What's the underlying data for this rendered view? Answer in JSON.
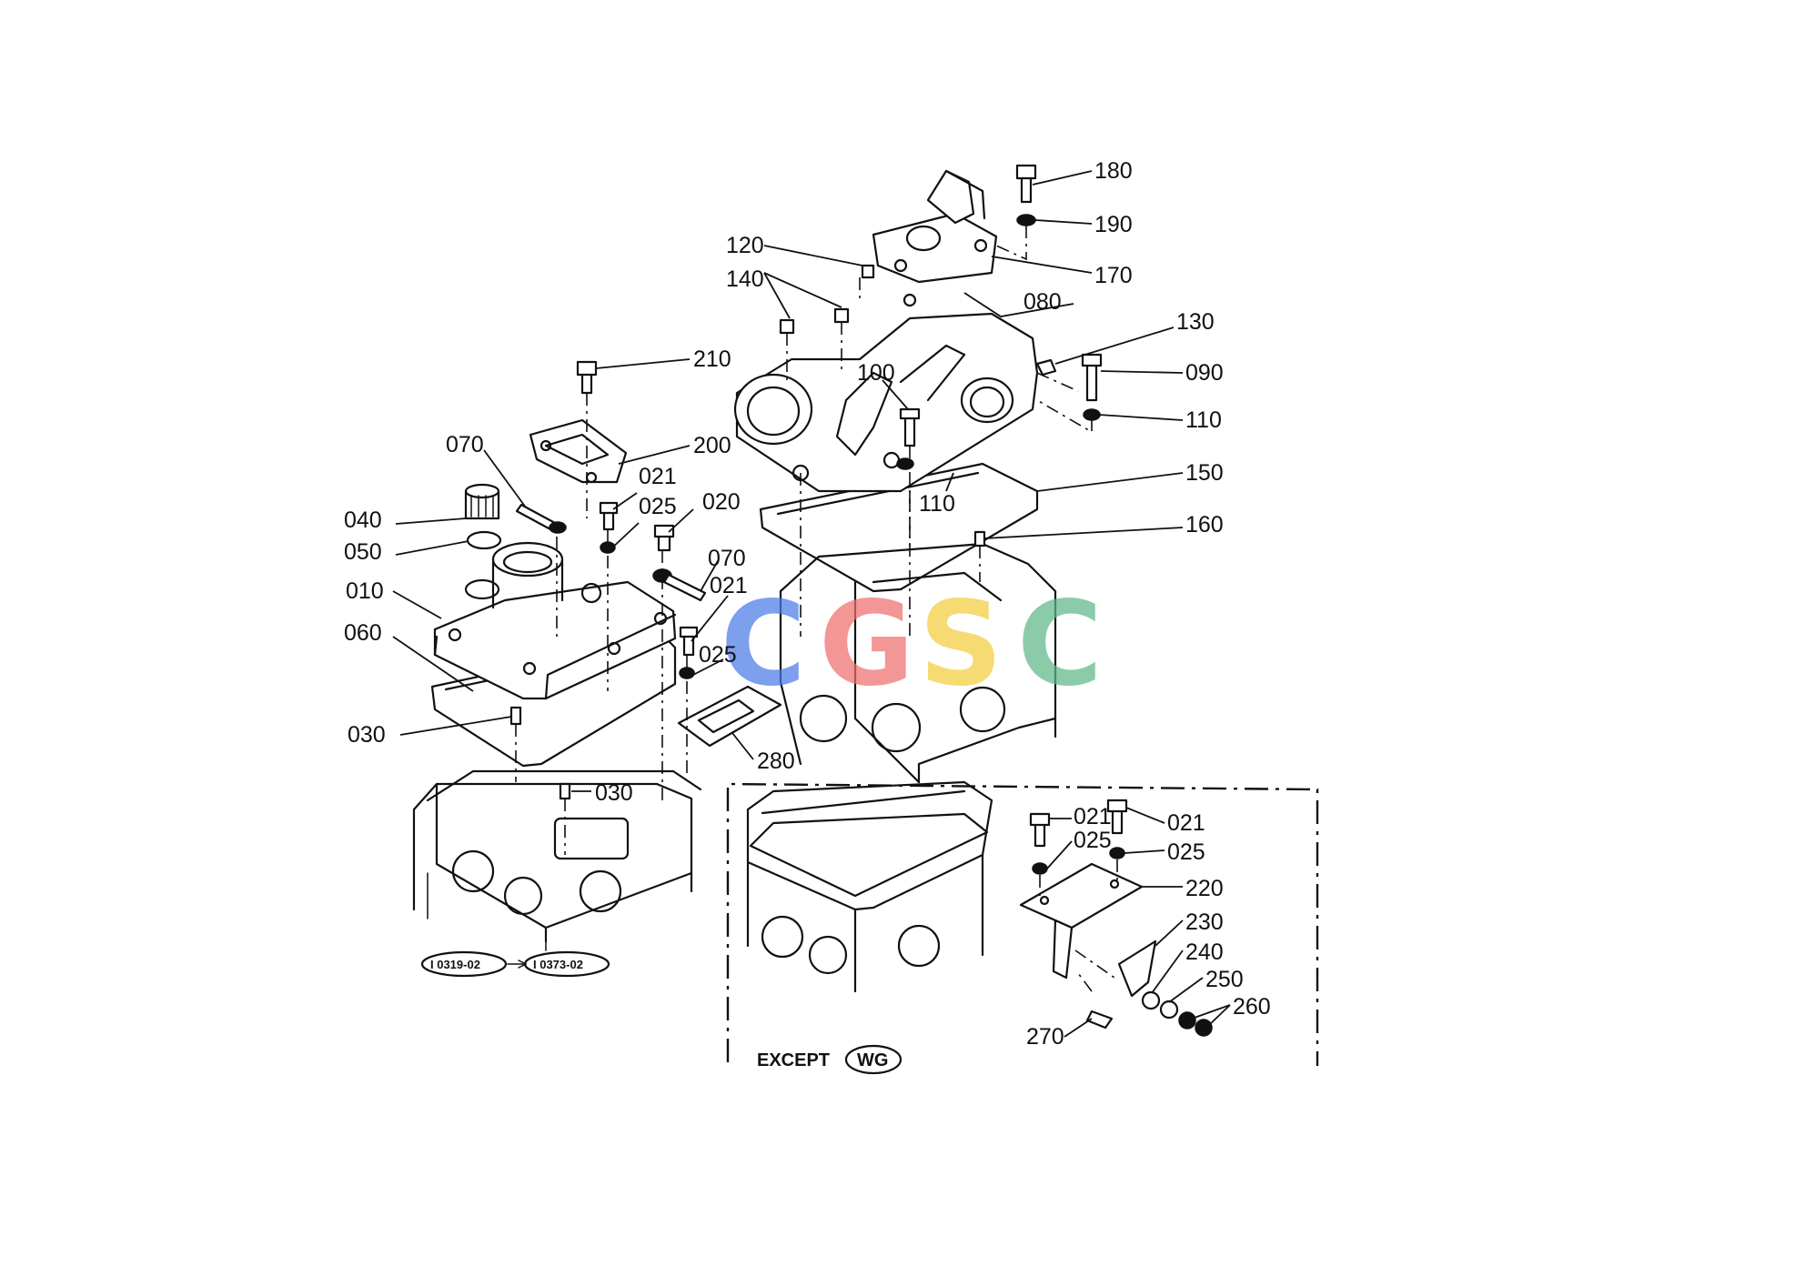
{
  "labels": {
    "p180": "180",
    "p190": "190",
    "p170": "170",
    "p120": "120",
    "p140": "140",
    "p080": "080",
    "p130": "130",
    "p090": "090",
    "p110a": "110",
    "p110b": "110",
    "p100": "100",
    "p150": "150",
    "p160": "160",
    "p210": "210",
    "p200": "200",
    "p070a": "070",
    "p070b": "070",
    "p021a": "021",
    "p025a": "025",
    "p020": "020",
    "p040": "040",
    "p050": "050",
    "p010": "010",
    "p060": "060",
    "p021b": "021",
    "p025b": "025",
    "p030a": "030",
    "p030b": "030",
    "p280": "280",
    "i021a": "021",
    "i021b": "021",
    "i025a": "025",
    "i025b": "025",
    "p220": "220",
    "p230": "230",
    "p240": "240",
    "p250": "250",
    "p260": "260",
    "p270": "270"
  },
  "refs": {
    "from": "I 0319-02",
    "to": "I 0373-02"
  },
  "except": {
    "text": "EXCEPT",
    "badge": "WG"
  },
  "watermark": {
    "letters": [
      "C",
      "G",
      "S",
      "C"
    ],
    "colors": [
      "#4a7be8",
      "#ef6f6f",
      "#f3cc3c",
      "#5fb88a"
    ]
  }
}
